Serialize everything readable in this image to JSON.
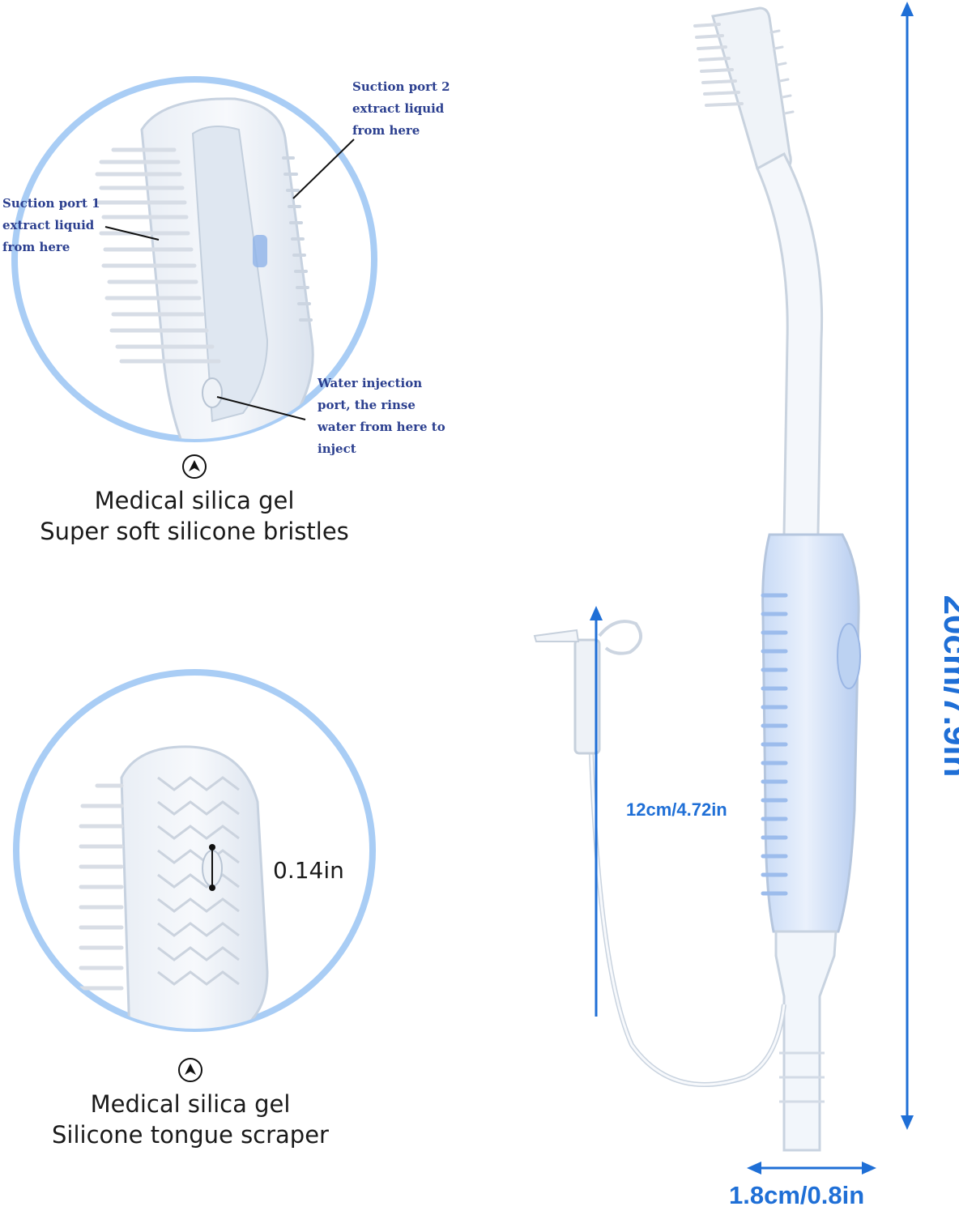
{
  "top_detail": {
    "annotations": {
      "suction_port_2": [
        "Suction port 2",
        "extract liquid",
        "from here"
      ],
      "suction_port_1": [
        "Suction port 1",
        "extract liquid",
        "from here"
      ],
      "water_injection": [
        "Water injection",
        "port, the rinse",
        "water from here to",
        "inject"
      ]
    },
    "caption_line1": "Medical silica gel",
    "caption_line2": "Super soft silicone bristles",
    "icon": "arrow-up-circle-icon"
  },
  "bottom_detail": {
    "measurement": "0.14in",
    "caption_line1": "Medical silica gel",
    "caption_line2": "Silicone tongue scraper",
    "icon": "arrow-up-circle-icon"
  },
  "dimensions": {
    "total_length": "20cm/7.9in",
    "tube_length": "12cm/4.72in",
    "width": "1.8cm/0.8in"
  },
  "colors": {
    "circle_border": "#a9cdf5",
    "dimension_blue": "#1f6fd6",
    "annotation_text": "#2b3f8f"
  }
}
